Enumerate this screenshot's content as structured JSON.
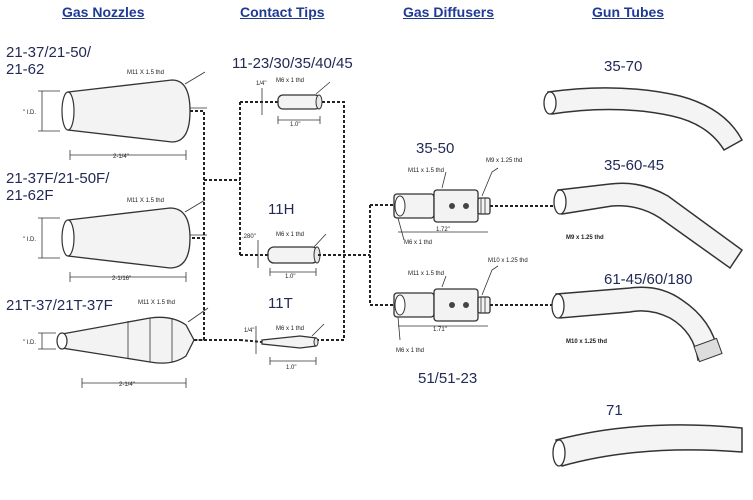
{
  "headers": {
    "gas_nozzles": "Gas Nozzles",
    "contact_tips": "Contact Tips",
    "gas_diffusers": "Gas Diffusers",
    "gun_tubes": "Gun Tubes"
  },
  "nozzles": [
    {
      "part_numbers": [
        "21-37/21-50/",
        "21-62"
      ],
      "thread": "M11 X 1.5 thd",
      "id_label": "\" I.D.",
      "length": "2-1/4\""
    },
    {
      "part_numbers": [
        "21-37F/21-50F/",
        "21-62F"
      ],
      "thread": "M11 X 1.5 thd",
      "id_label": "\" I.D.",
      "length": "2-1/16\""
    },
    {
      "part_numbers": [
        "21T-37/21T-37F"
      ],
      "thread": "M11 X 1.5 thd",
      "id_label": "\" I.D.",
      "length": "2-1/4\""
    }
  ],
  "tips": [
    {
      "part_number": "11-23/30/35/40/45",
      "dia": "1/4\"",
      "thread": "M6 x 1 thd",
      "length": "1.0\""
    },
    {
      "part_number": "11H",
      "dia": ".280\"",
      "thread": "M6 x 1 thd",
      "length": "1.0\""
    },
    {
      "part_number": "11T",
      "dia": "1/4\"",
      "thread": "M6 x 1 thd",
      "length": "1.0\""
    }
  ],
  "diffusers": [
    {
      "part_number": "35-50",
      "thread_out": "M11 x 1.5 thd",
      "thread_in": "M9 x 1.25 thd",
      "thread_tip": "M6 x 1 thd",
      "length": "1.72\""
    },
    {
      "part_number": "51/51-23",
      "thread_out": "M11 x 1.5 thd",
      "thread_in": "M10 x 1.25 thd",
      "thread_tip": "M6 x 1 thd",
      "length": "1.71\""
    }
  ],
  "gun_tubes": [
    {
      "part_number": "35-70",
      "thread": ""
    },
    {
      "part_number": "35-60-45",
      "thread": "M9 x 1.25 thd"
    },
    {
      "part_number": "61-45/60/180",
      "thread": "M10 x 1.25 thd"
    },
    {
      "part_number": "71",
      "thread": ""
    }
  ]
}
